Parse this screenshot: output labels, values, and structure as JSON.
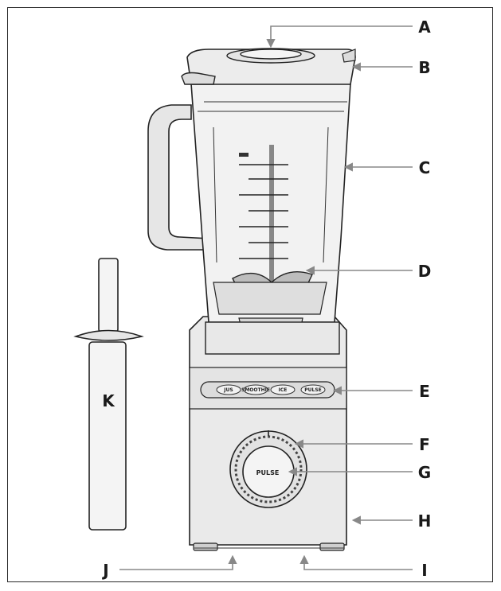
{
  "labels": {
    "A": "A",
    "B": "B",
    "C": "C",
    "D": "D",
    "E": "E",
    "F": "F",
    "G": "G",
    "H": "H",
    "I": "I",
    "J": "J",
    "K": "K"
  },
  "dial_text": "PULSE",
  "panel_buttons": [
    "JUS",
    "SMOOTHIE",
    "ICE",
    "PULSE"
  ],
  "colors": {
    "outline": "#222222",
    "leader": "#888888",
    "body_fill": "#e8e8e8",
    "jar_fill": "#f2f2f2"
  }
}
